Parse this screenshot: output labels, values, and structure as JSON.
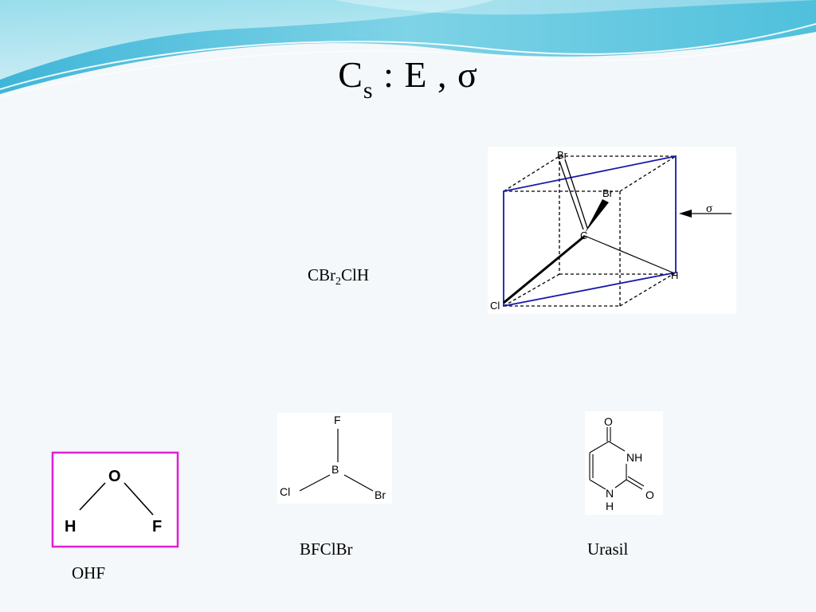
{
  "title": {
    "main": "C",
    "subscript": "s",
    "rest": " : E , σ"
  },
  "molecules": [
    {
      "formula_prefix": "CBr",
      "formula_sub": "2",
      "formula_suffix": "ClH"
    },
    {
      "name": "OHF"
    },
    {
      "name": "BFClBr"
    },
    {
      "name": "Urasil"
    }
  ],
  "cube_figure": {
    "atoms": {
      "br_top": "Br",
      "br_mid": "Br",
      "carbon": "C",
      "hydrogen": "H",
      "chlorine": "Cl"
    },
    "plane_label": "σ",
    "plane_color": "#1a1aa8"
  },
  "ohf_figure": {
    "atoms": {
      "oxygen": "O",
      "hydrogen": "H",
      "fluorine": "F"
    },
    "frame_color": "#e020d0"
  },
  "bfclbr_figure": {
    "atoms": {
      "fluorine": "F",
      "boron": "B",
      "chlorine": "Cl",
      "bromine": "Br"
    }
  },
  "uracil_figure": {
    "atoms": {
      "o_top": "O",
      "nh_right": "NH",
      "o_right": "O",
      "nh_bottom": "N",
      "h_bottom": "H"
    }
  }
}
